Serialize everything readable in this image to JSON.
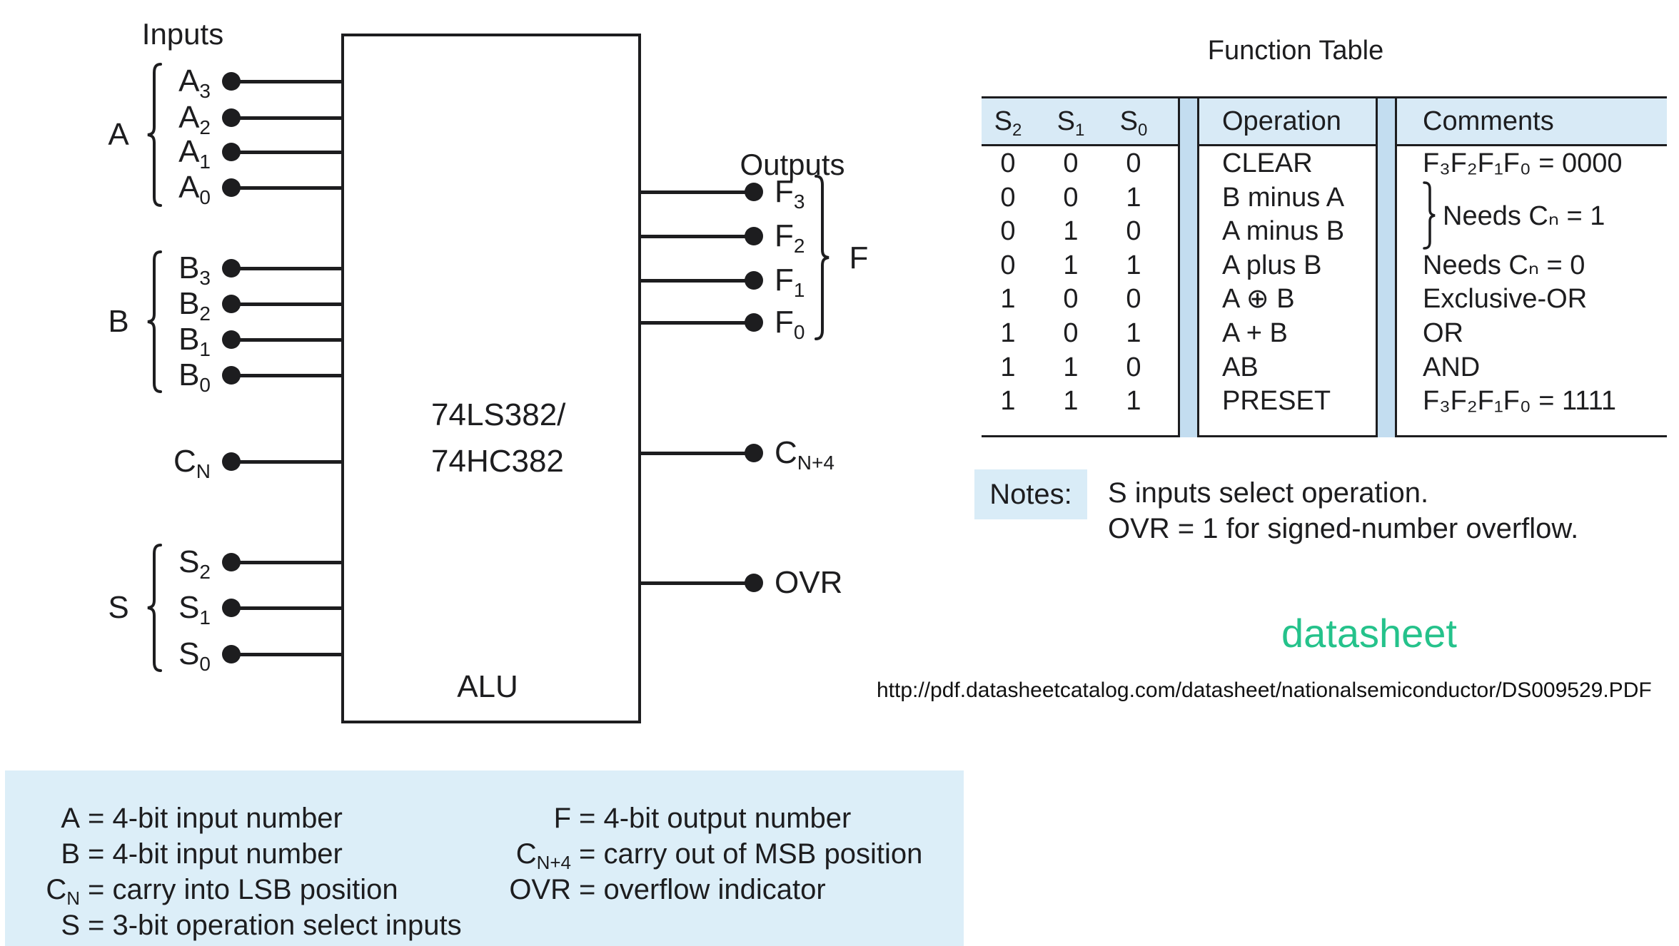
{
  "colors": {
    "accent_teal": "#25c28b",
    "panel_blue": "#dceef8",
    "table_header_blue": "#d8eaf6",
    "separator_band_blue": "#c3ddf0",
    "ink": "#1d1d1f"
  },
  "diagram": {
    "inputs_heading": "Inputs",
    "outputs_heading": "Outputs",
    "chip_line1": "74LS382/",
    "chip_line2": "74HC382",
    "alu_label": "ALU",
    "groups": {
      "a": "A",
      "b": "B",
      "s": "S",
      "f": "F"
    },
    "input_pins": [
      {
        "base": "A",
        "sub": "3"
      },
      {
        "base": "A",
        "sub": "2"
      },
      {
        "base": "A",
        "sub": "1"
      },
      {
        "base": "A",
        "sub": "0"
      },
      {
        "base": "B",
        "sub": "3"
      },
      {
        "base": "B",
        "sub": "2"
      },
      {
        "base": "B",
        "sub": "1"
      },
      {
        "base": "B",
        "sub": "0"
      },
      {
        "base": "C",
        "sub": "N"
      },
      {
        "base": "S",
        "sub": "2"
      },
      {
        "base": "S",
        "sub": "1"
      },
      {
        "base": "S",
        "sub": "0"
      }
    ],
    "output_pins": [
      {
        "base": "F",
        "sub": "3"
      },
      {
        "base": "F",
        "sub": "2"
      },
      {
        "base": "F",
        "sub": "1"
      },
      {
        "base": "F",
        "sub": "0"
      },
      {
        "base": "C",
        "sub": "N+4"
      },
      {
        "base": "OVR",
        "sub": ""
      }
    ]
  },
  "function_table": {
    "title": "Function Table",
    "headers": {
      "s2": {
        "base": "S",
        "sub": "2"
      },
      "s1": {
        "base": "S",
        "sub": "1"
      },
      "s0": {
        "base": "S",
        "sub": "0"
      },
      "operation": "Operation",
      "comments": "Comments"
    },
    "rows": [
      {
        "s2": "0",
        "s1": "0",
        "s0": "0",
        "operation": "CLEAR",
        "comment": "F₃F₂F₁F₀ = 0000"
      },
      {
        "s2": "0",
        "s1": "0",
        "s0": "1",
        "operation": "B minus A",
        "comment": ""
      },
      {
        "s2": "0",
        "s1": "1",
        "s0": "0",
        "operation": "A minus B",
        "comment": ""
      },
      {
        "s2": "0",
        "s1": "1",
        "s0": "1",
        "operation": "A plus B",
        "comment": "Needs Cₙ = 0"
      },
      {
        "s2": "1",
        "s1": "0",
        "s0": "0",
        "operation": "A ⊕ B",
        "comment": "Exclusive-OR"
      },
      {
        "s2": "1",
        "s1": "0",
        "s0": "1",
        "operation": "A + B",
        "comment": "OR"
      },
      {
        "s2": "1",
        "s1": "1",
        "s0": "0",
        "operation": "AB",
        "comment": "AND"
      },
      {
        "s2": "1",
        "s1": "1",
        "s0": "1",
        "operation": "PRESET",
        "comment": "F₃F₂F₁F₀ = 1111"
      }
    ],
    "braced_comment": "Needs Cₙ = 1"
  },
  "notes": {
    "label": "Notes:",
    "line1": "S inputs select operation.",
    "line2": "OVR = 1 for signed-number overflow."
  },
  "links": {
    "datasheet_label": "datasheet",
    "url": "http://pdf.datasheetcatalog.com/datasheet/nationalsemiconductor/DS009529.PDF"
  },
  "legend": {
    "left": [
      {
        "base": "A",
        "sub": "",
        "text": "= 4-bit input number"
      },
      {
        "base": "B",
        "sub": "",
        "text": "= 4-bit input number"
      },
      {
        "base": "C",
        "sub": "N",
        "text": "= carry into LSB position"
      },
      {
        "base": "S",
        "sub": "",
        "text": "= 3-bit operation select inputs"
      }
    ],
    "right": [
      {
        "base": "F",
        "sub": "",
        "text": "= 4-bit output number"
      },
      {
        "base": "C",
        "sub": "N+4",
        "text": "= carry out of MSB position"
      },
      {
        "base": "OVR",
        "sub": "",
        "text": "= overflow indicator"
      }
    ]
  }
}
